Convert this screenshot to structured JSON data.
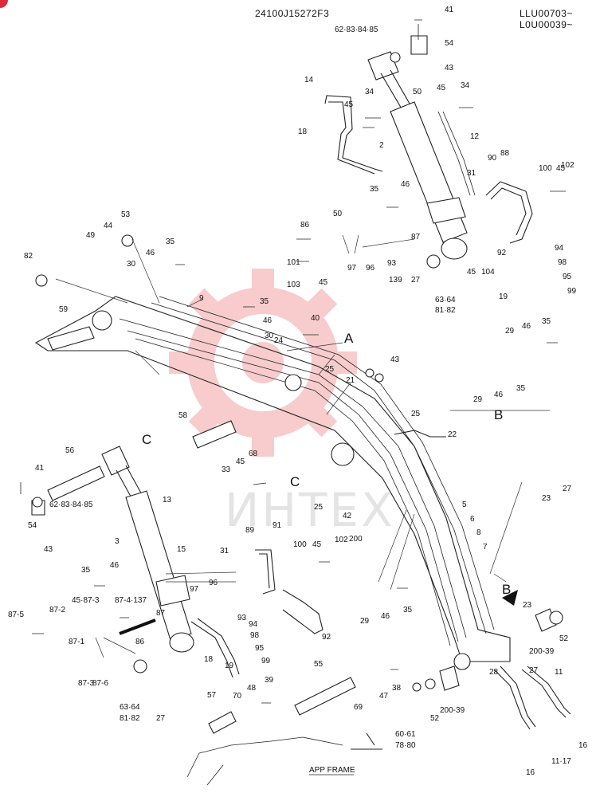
{
  "header": {
    "drawing_number": "24100J15272F3",
    "serial_range_1": "LLU00703~",
    "serial_range_2": "L0U00039~"
  },
  "watermark": {
    "text": "ИНТЕХ",
    "color": "#f4a4a4"
  },
  "frame_label": "APP FRAME",
  "views": [
    "A",
    "B",
    "C"
  ],
  "callouts": [
    {
      "id": "c41a",
      "text": "41"
    },
    {
      "id": "c62a",
      "text": "62·83·84·85"
    },
    {
      "id": "c54a",
      "text": "54"
    },
    {
      "id": "c43a",
      "text": "43"
    },
    {
      "id": "c14",
      "text": "14"
    },
    {
      "id": "c45a",
      "text": "45"
    },
    {
      "id": "c34a",
      "text": "34"
    },
    {
      "id": "c50a",
      "text": "50"
    },
    {
      "id": "c45b",
      "text": "45"
    },
    {
      "id": "c34b",
      "text": "34"
    },
    {
      "id": "c18a",
      "text": "18"
    },
    {
      "id": "c12",
      "text": "12"
    },
    {
      "id": "c2",
      "text": "2"
    },
    {
      "id": "c88",
      "text": "88"
    },
    {
      "id": "c90",
      "text": "90"
    },
    {
      "id": "c100a",
      "text": "100"
    },
    {
      "id": "c45c",
      "text": "45"
    },
    {
      "id": "c102a",
      "text": "102"
    },
    {
      "id": "c31a",
      "text": "31"
    },
    {
      "id": "c35a",
      "text": "35"
    },
    {
      "id": "c46a",
      "text": "46"
    },
    {
      "id": "c53",
      "text": "53"
    },
    {
      "id": "c44",
      "text": "44"
    },
    {
      "id": "c49",
      "text": "49"
    },
    {
      "id": "c35b",
      "text": "35"
    },
    {
      "id": "c46b",
      "text": "46"
    },
    {
      "id": "c30a",
      "text": "30"
    },
    {
      "id": "c86a",
      "text": "86"
    },
    {
      "id": "c50b",
      "text": "50"
    },
    {
      "id": "c87a",
      "text": "87"
    },
    {
      "id": "c101",
      "text": "101"
    },
    {
      "id": "c103",
      "text": "103"
    },
    {
      "id": "c45d",
      "text": "45"
    },
    {
      "id": "c97a",
      "text": "97"
    },
    {
      "id": "c96a",
      "text": "96"
    },
    {
      "id": "c93a",
      "text": "93"
    },
    {
      "id": "c139",
      "text": "139"
    },
    {
      "id": "c27a",
      "text": "27"
    },
    {
      "id": "c45e",
      "text": "45"
    },
    {
      "id": "c104",
      "text": "104"
    },
    {
      "id": "c92a",
      "text": "92"
    },
    {
      "id": "c94a",
      "text": "94"
    },
    {
      "id": "c98a",
      "text": "98"
    },
    {
      "id": "c95a",
      "text": "95"
    },
    {
      "id": "c99a",
      "text": "99"
    },
    {
      "id": "c19a",
      "text": "19"
    },
    {
      "id": "c6364a",
      "text": "63·64"
    },
    {
      "id": "c8182a",
      "text": "81·82"
    },
    {
      "id": "c82",
      "text": "82"
    },
    {
      "id": "c9",
      "text": "9"
    },
    {
      "id": "c59",
      "text": "59"
    },
    {
      "id": "c35c",
      "text": "35"
    },
    {
      "id": "c46c",
      "text": "46"
    },
    {
      "id": "c30b",
      "text": "30"
    },
    {
      "id": "c40",
      "text": "40"
    },
    {
      "id": "cA",
      "text": "A"
    },
    {
      "id": "c24",
      "text": "24"
    },
    {
      "id": "c43b",
      "text": "43"
    },
    {
      "id": "c25a",
      "text": "25"
    },
    {
      "id": "c21",
      "text": "21"
    },
    {
      "id": "c29a",
      "text": "29"
    },
    {
      "id": "c46d",
      "text": "46"
    },
    {
      "id": "c35d",
      "text": "35"
    },
    {
      "id": "c29b",
      "text": "29"
    },
    {
      "id": "c46e",
      "text": "46"
    },
    {
      "id": "c35e",
      "text": "35"
    },
    {
      "id": "cB1",
      "text": "B"
    },
    {
      "id": "c58",
      "text": "58"
    },
    {
      "id": "c25b",
      "text": "25"
    },
    {
      "id": "c22",
      "text": "22"
    },
    {
      "id": "cC1",
      "text": "C"
    },
    {
      "id": "c56",
      "text": "56"
    },
    {
      "id": "c41b",
      "text": "41"
    },
    {
      "id": "c68",
      "text": "68"
    },
    {
      "id": "c45f",
      "text": "45"
    },
    {
      "id": "c33",
      "text": "33"
    },
    {
      "id": "cC2",
      "text": "C"
    },
    {
      "id": "c25c",
      "text": "25"
    },
    {
      "id": "c42",
      "text": "42"
    },
    {
      "id": "c27b",
      "text": "27"
    },
    {
      "id": "c23a",
      "text": "23"
    },
    {
      "id": "c62b",
      "text": "62·83·84·85"
    },
    {
      "id": "c54b",
      "text": "54"
    },
    {
      "id": "c43c",
      "text": "43"
    },
    {
      "id": "c13",
      "text": "13"
    },
    {
      "id": "c3",
      "text": "3"
    },
    {
      "id": "c15",
      "text": "15"
    },
    {
      "id": "c89",
      "text": "89"
    },
    {
      "id": "c91",
      "text": "91"
    },
    {
      "id": "c100b",
      "text": "100"
    },
    {
      "id": "c45g",
      "text": "45"
    },
    {
      "id": "c102b",
      "text": "102"
    },
    {
      "id": "c31b",
      "text": "31"
    },
    {
      "id": "c200a",
      "text": "200"
    },
    {
      "id": "c5",
      "text": "5"
    },
    {
      "id": "c6",
      "text": "6"
    },
    {
      "id": "c8",
      "text": "8"
    },
    {
      "id": "c7",
      "text": "7"
    },
    {
      "id": "c35f",
      "text": "35"
    },
    {
      "id": "c46f",
      "text": "46"
    },
    {
      "id": "c45873",
      "text": "45·87-3"
    },
    {
      "id": "c874",
      "text": "87-4·137"
    },
    {
      "id": "c97b",
      "text": "97"
    },
    {
      "id": "c96b",
      "text": "96"
    },
    {
      "id": "c87b",
      "text": "87"
    },
    {
      "id": "c875",
      "text": "87-5"
    },
    {
      "id": "c872",
      "text": "87-2"
    },
    {
      "id": "c871",
      "text": "87-1"
    },
    {
      "id": "c93b",
      "text": "93"
    },
    {
      "id": "c94b",
      "text": "94"
    },
    {
      "id": "c98b",
      "text": "98"
    },
    {
      "id": "c95b",
      "text": "95"
    },
    {
      "id": "c99b",
      "text": "99"
    },
    {
      "id": "c92b",
      "text": "92"
    },
    {
      "id": "c86b",
      "text": "86"
    },
    {
      "id": "c18b",
      "text": "18"
    },
    {
      "id": "c19b",
      "text": "19"
    },
    {
      "id": "c873",
      "text": "87-3"
    },
    {
      "id": "c876",
      "text": "87-6"
    },
    {
      "id": "c29c",
      "text": "29"
    },
    {
      "id": "c46g",
      "text": "46"
    },
    {
      "id": "c35g",
      "text": "35"
    },
    {
      "id": "cB2",
      "text": "B"
    },
    {
      "id": "c23b",
      "text": "23"
    },
    {
      "id": "c52a",
      "text": "52"
    },
    {
      "id": "c20039a",
      "text": "200-39"
    },
    {
      "id": "c28",
      "text": "28"
    },
    {
      "id": "c27c",
      "text": "27"
    },
    {
      "id": "c11a",
      "text": "11"
    },
    {
      "id": "c16a",
      "text": "16"
    },
    {
      "id": "c1117",
      "text": "11·17"
    },
    {
      "id": "c16b",
      "text": "16"
    },
    {
      "id": "c6364b",
      "text": "63·64"
    },
    {
      "id": "c8182b",
      "text": "81·82"
    },
    {
      "id": "c27d",
      "text": "27"
    },
    {
      "id": "c57",
      "text": "57"
    },
    {
      "id": "c70",
      "text": "70"
    },
    {
      "id": "c48",
      "text": "48"
    },
    {
      "id": "c39",
      "text": "39"
    },
    {
      "id": "c55",
      "text": "55"
    },
    {
      "id": "c69",
      "text": "69"
    },
    {
      "id": "c47",
      "text": "47"
    },
    {
      "id": "c38",
      "text": "38"
    },
    {
      "id": "c52b",
      "text": "52"
    },
    {
      "id": "c20039b",
      "text": "200-39"
    },
    {
      "id": "c6061",
      "text": "60·61"
    },
    {
      "id": "c7880",
      "text": "78·80"
    }
  ]
}
